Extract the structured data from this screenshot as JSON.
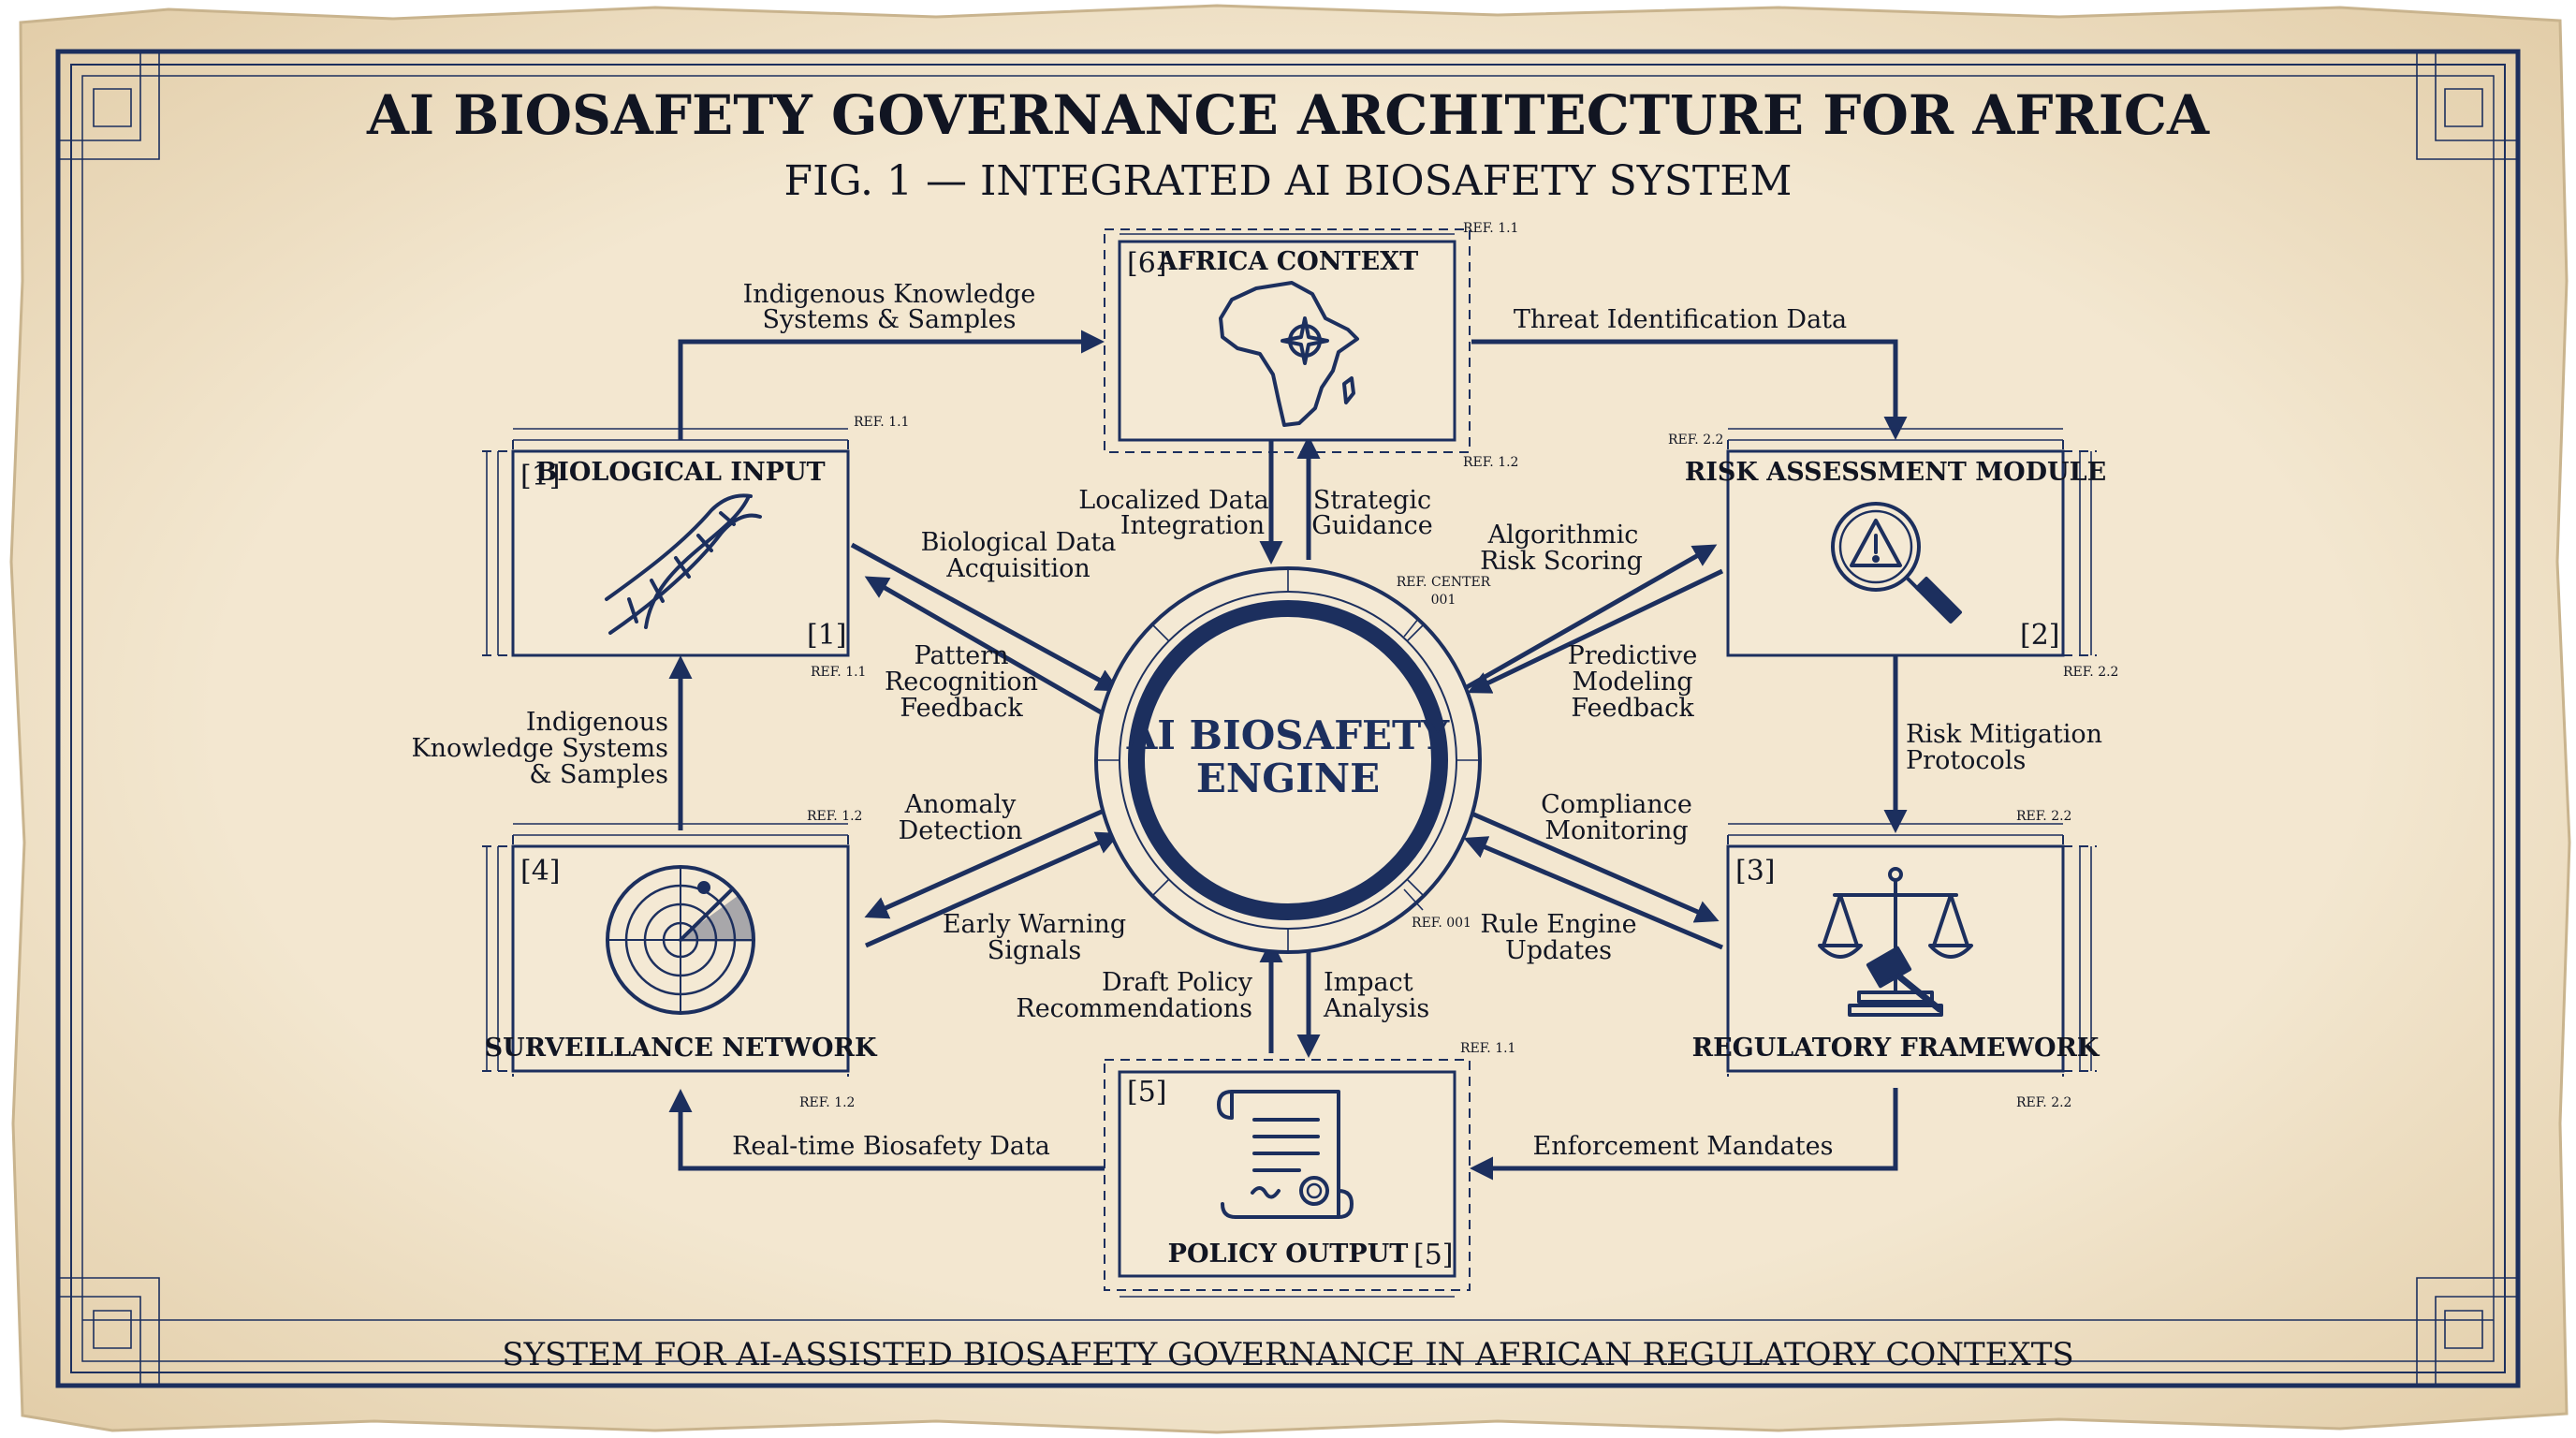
{
  "title": "AI BIOSAFETY GOVERNANCE ARCHITECTURE FOR AFRICA",
  "subtitle": "FIG. 1 — INTEGRATED AI BIOSAFETY SYSTEM",
  "footer": "SYSTEM FOR AI-ASSISTED BIOSAFETY GOVERNANCE IN AFRICAN REGULATORY CONTEXTS",
  "engine": {
    "line1": "AI BIOSAFETY",
    "line2": "ENGINE",
    "ref_center": "REF. CENTER",
    "ref_center_num": "001",
    "ref": "REF. 001"
  },
  "boxes": {
    "africa": {
      "num": "[6]",
      "title": "AFRICA CONTEXT",
      "ref_top": "REF. 1.1",
      "ref_bottom": "REF. 1.2",
      "icon": "africa-map-compass-icon"
    },
    "bio": {
      "num": "[1]",
      "num2": "[1]",
      "title": "BIOLOGICAL INPUT",
      "ref_top": "REF. 1.1",
      "ref_bottom": "REF. 1.1",
      "icon": "dna-helix-icon"
    },
    "risk": {
      "num2": "[2]",
      "title": "RISK ASSESSMENT MODULE",
      "ref_top": "REF. 2.2",
      "ref_bottom": "REF. 2.2",
      "icon": "warning-magnifier-icon"
    },
    "surv": {
      "num": "[4]",
      "title": "SURVEILLANCE NETWORK",
      "ref_top": "REF. 1.2",
      "ref_bottom": "REF. 1.2",
      "icon": "radar-icon"
    },
    "reg": {
      "num": "[3]",
      "title": "REGULATORY FRAMEWORK",
      "ref_top": "REF. 2.2",
      "ref_bottom": "REF. 2.2",
      "icon": "scales-gavel-icon"
    },
    "policy": {
      "num": "[5]",
      "num2": "[5]",
      "title": "POLICY OUTPUT",
      "ref_top": "REF. 1.1",
      "icon": "document-seal-icon"
    }
  },
  "labels": {
    "indigenous_top": [
      "Indigenous Knowledge",
      "Systems & Samples"
    ],
    "threat": "Threat Identification Data",
    "localized": [
      "Localized Data",
      "Integration"
    ],
    "strategic": [
      "Strategic",
      "Guidance"
    ],
    "bio_acq": [
      "Biological Data",
      "Acquisition"
    ],
    "pattern": [
      "Pattern",
      "Recognition",
      "Feedback"
    ],
    "algorithmic": [
      "Algorithmic",
      "Risk Scoring"
    ],
    "predictive": [
      "Predictive",
      "Modeling",
      "Feedback"
    ],
    "indigenous_left": [
      "Indigenous",
      "Knowledge Systems",
      "& Samples"
    ],
    "risk_mitigation": [
      "Risk Mitigation",
      "Protocols"
    ],
    "anomaly": [
      "Anomaly",
      "Detection"
    ],
    "early_warning": [
      "Early Warning",
      "Signals"
    ],
    "compliance": [
      "Compliance",
      "Monitoring"
    ],
    "rule_engine": [
      "Rule Engine",
      "Updates"
    ],
    "draft_policy": [
      "Draft Policy",
      "Recommendations"
    ],
    "impact": [
      "Impact",
      "Analysis"
    ],
    "realtime": "Real-time Biosafety Data",
    "enforcement": "Enforcement Mandates"
  },
  "colors": {
    "paper": "#f1e4cb",
    "ink": "#1c2f5e",
    "text": "#111522"
  }
}
